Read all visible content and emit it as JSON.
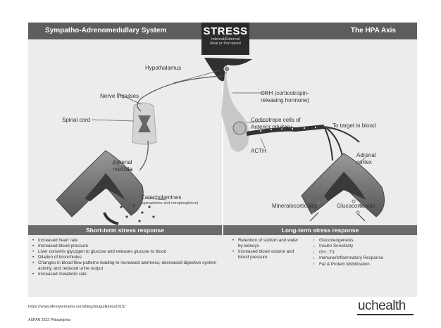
{
  "figure": {
    "left_title": "Sympatho-Adrenomedullary System",
    "right_title": "The HPA Axis",
    "stress": {
      "title": "STRESS",
      "sub1": "Internal/External",
      "sub2": "Real or Perceived"
    },
    "labels": {
      "hypothalamus": "Hypothalamus",
      "nerve_impulses": "Nerve impulses",
      "spinal_cord": "Spinal cord",
      "adrenal": "Adrenal",
      "medulla": "medulla",
      "catecholamines": "Catecholamines",
      "catecholamines_detail": "(epinephrine and norepinephrine)",
      "crh_1": "CRH (corticotropin-",
      "crh_2": "releasing hormone)",
      "corticotrope_1": "Corticotrope cells of",
      "corticotrope_2": "Anterior pituitary",
      "to_target": "To target in blood",
      "acth": "ACTH",
      "adrenal_r": "Adrenal",
      "cortex": "cortex",
      "mineralocorticoids": "Mineralocorticoids",
      "glucocorticoids": "Glucocorticoids"
    },
    "short_term": {
      "title": "Short-term stress response",
      "items": [
        "Increased heart rate",
        "Increased blood pressure",
        "Liver converts glycogen to glucose and releases glucose to blood",
        "Dilation of bronchioles",
        "Changes in blood flow patterns leading to increased alertness, decreased digestive system activity, and reduced urine output",
        "Increased metabolic rate"
      ]
    },
    "long_term": {
      "title": "Long-term stress response",
      "items": [
        "Retention of sodium and water by kidneys",
        "Increased blood volume and blood pressure"
      ],
      "effects": [
        {
          "arrow": "↑",
          "text": "Gluconeogenesis"
        },
        {
          "arrow": "↓",
          "text": "Insulin Sensitivity"
        },
        {
          "arrow": "↓",
          "text": "GH ↓T3"
        },
        {
          "arrow": "↓",
          "text": "Immune/Inflammatory Response"
        },
        {
          "arrow": "↑",
          "text": "Fat & Protein Mobilization"
        }
      ]
    }
  },
  "footer": {
    "source_url": "https://www.lifestylematrix.com/blog/bloguilliams2015/",
    "conference": "ASPAN 2022 Philadelphia",
    "logo": "uchealth"
  }
}
